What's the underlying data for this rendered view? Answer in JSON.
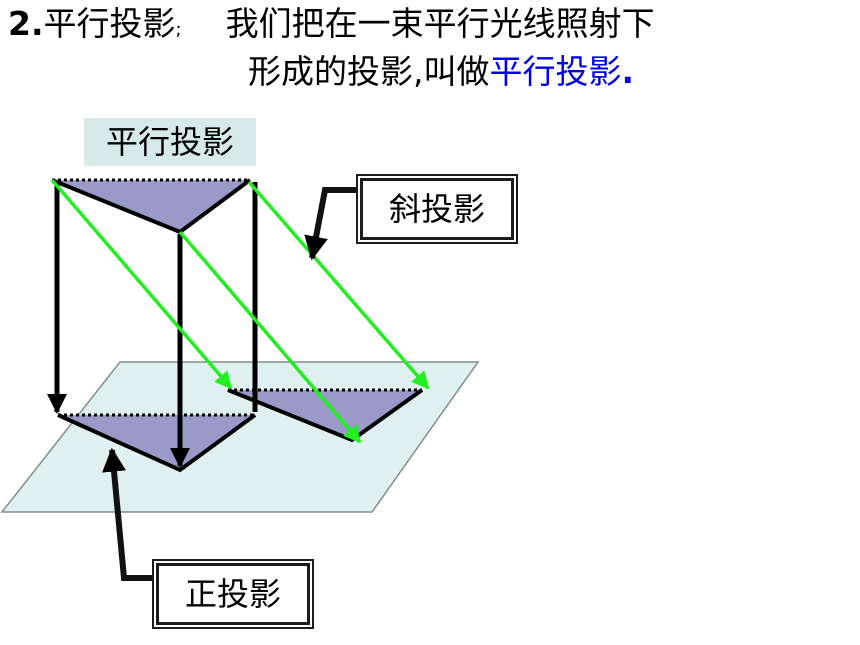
{
  "heading": {
    "number": "2.",
    "term": "平行投影",
    "separator": ";",
    "definition_line1": "我们把在一束平行光线照射下",
    "definition_line2_prefix": "形成的投影,叫做",
    "definition_line2_emphasis": "平行投影",
    "definition_line2_end": "."
  },
  "labels": {
    "parallel_projection": "平行投影",
    "oblique_projection": "斜投影",
    "orthographic_projection": "正投影"
  },
  "colors": {
    "plane_fill": "#e0f0f0",
    "triangle_fill": "#9a9ac8",
    "light_ray": "#22ee22",
    "emphasis_text": "#0000ee",
    "label_highlight": "#d6eaea"
  }
}
